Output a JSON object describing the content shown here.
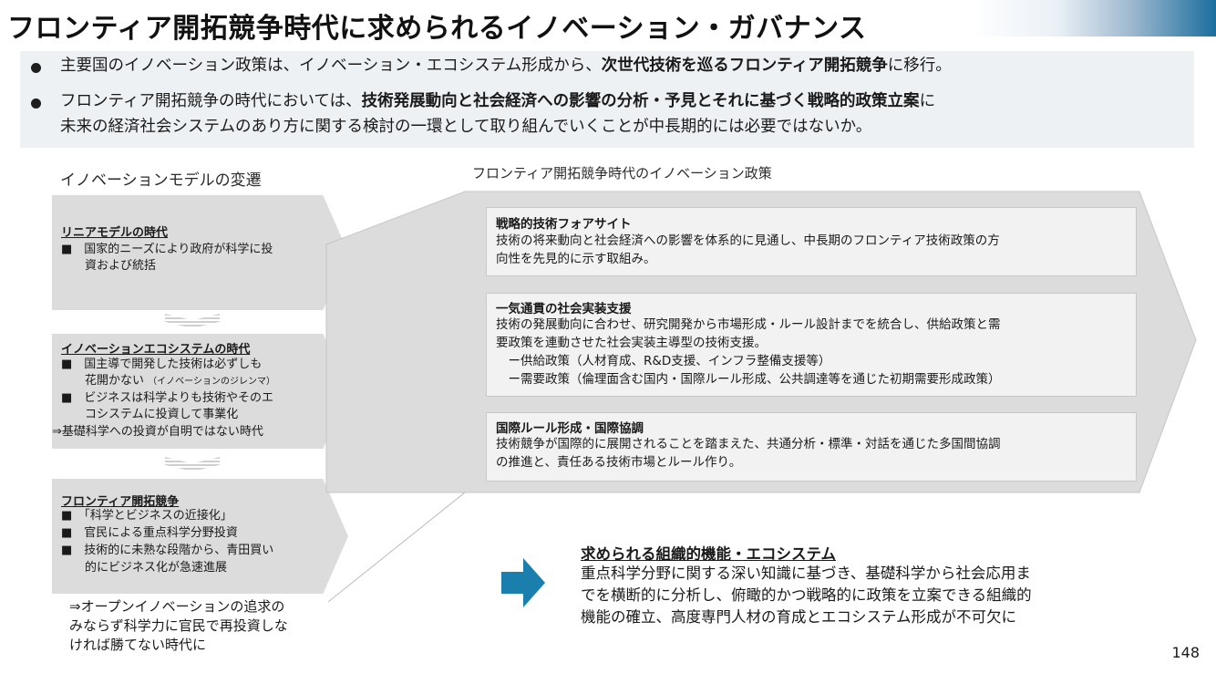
{
  "title": "フロンティア開拓競争時代に求められるイノベーション・ガバナンス",
  "summary": {
    "bullet1": {
      "pre": "主要国のイノベーション政策は、イノベーション・エコシステム形成から、",
      "bold": "次世代技術を巡るフロンティア開拓競争",
      "post": "に移行。"
    },
    "bullet2": {
      "pre": "フロンティア開拓競争の時代においては、",
      "bold": "技術発展動向と社会経済への影響の分析・予見とそれに基づく戦略的政策立案",
      "post": "に",
      "line2": "未来の経済社会システムのあり方に関する検討の一環として取り組んでいくことが中長期的には必要ではないか。"
    }
  },
  "left": {
    "title": "イノベーションモデルの変遷",
    "box1": {
      "heading": "リニアモデルの時代",
      "items": [
        "■　国家的ニーズにより政府が科学に投",
        "　　資および統括"
      ]
    },
    "box2": {
      "heading": "イノベーションエコシステムの時代",
      "line1": "■　国主導で開発した技術は必ずしも",
      "line2_main": "　　花開かない",
      "line2_small": "（イノベーションのジレンマ）",
      "line3": "■　ビジネスは科学よりも技術やそのエ",
      "line4": "　　コシステムに投資して事業化",
      "line5": "⇒基礎科学への投資が自明ではない時代"
    },
    "box3": {
      "heading": "フロンティア開拓競争",
      "items": [
        "■　「科学とビジネスの近接化」",
        "■　官民による重点科学分野投資",
        "■　技術的に未熟な段階から、青田買い",
        "　　的にビジネス化が急速進展"
      ]
    },
    "conclusion": [
      "⇒オープンイノベーションの追求の",
      "みならず科学力に官民で再投資しな",
      "ければ勝てない時代に"
    ]
  },
  "right": {
    "title": "フロンティア開拓競争時代のイノベーション政策",
    "cards": [
      {
        "heading": "戦略的技術フォアサイト",
        "lines": [
          "技術の将来動向と社会経済への影響を体系的に見通し、中長期のフロンティア技術政策の方",
          "向性を先見的に示す取組み。"
        ]
      },
      {
        "heading": "一気通貫の社会実装支援",
        "lines": [
          "技術の発展動向に合わせ、研究開発から市場形成・ルール設計までを統合し、供給政策と需",
          "要政策を連動させた社会実装主導型の技術支援。",
          "　ー供給政策（人材育成、R&D支援、インフラ整備支援等）",
          "　ー需要政策（倫理面含む国内・国際ルール形成、公共調達等を通じた初期需要形成政策）"
        ]
      },
      {
        "heading": "国際ルール形成・国際協調",
        "lines": [
          "技術競争が国際的に展開されることを踏まえた、共通分析・標準・対話を通じた多国間協調",
          "の推進と、責任ある技術市場とルール作り。"
        ]
      }
    ]
  },
  "bottom": {
    "heading": "求められる組織的機能・エコシステム",
    "lines": [
      "重点科学分野に関する深い知識に基づき、基礎科学から社会応用ま",
      "でを横断的に分析し、俯瞰的かつ戦略的に政策を立案できる組織的",
      "機能の確立、高度専門人材の育成とエコシステム形成が不可欠に"
    ]
  },
  "page_number": "148",
  "colors": {
    "arrow": "#1b7fae",
    "shape_fill": "#dcdcdc",
    "card_fill": "#f2f2f2"
  },
  "icons": {
    "arrow": "right-arrow-icon",
    "separator": "chevron-down-icon"
  }
}
